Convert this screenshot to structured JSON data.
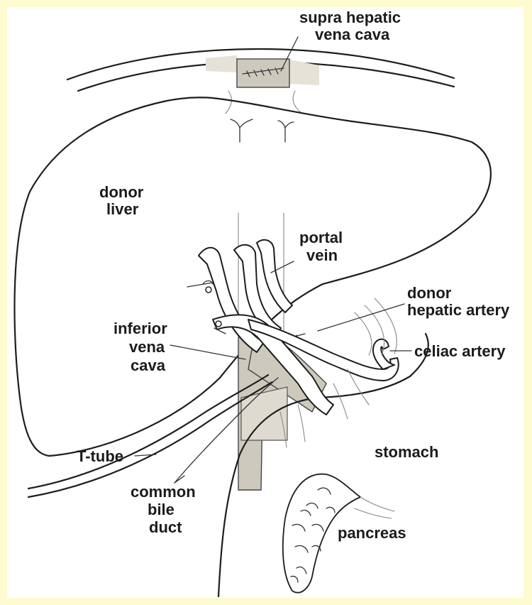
{
  "colors": {
    "frame": "#fffbd0",
    "paper": "#ffffff",
    "ink": "#1d1d1d",
    "graft_shading": "#cdc9bd"
  },
  "labels": {
    "supra_hepatic_vena_cava": [
      "supra hepatic",
      "vena cava"
    ],
    "donor_liver": [
      "donor",
      "liver"
    ],
    "portal_vein": [
      "portal",
      "vein"
    ],
    "donor_hepatic_artery": [
      "donor",
      "hepatic artery"
    ],
    "inferior_vena_cava": [
      "inferior",
      "vena",
      "cava"
    ],
    "celiac_artery": "celiac artery",
    "t_tube": "T-tube",
    "stomach": "stomach",
    "common_bile_duct": [
      "common",
      "bile",
      "duct"
    ],
    "pancreas": "pancreas"
  }
}
